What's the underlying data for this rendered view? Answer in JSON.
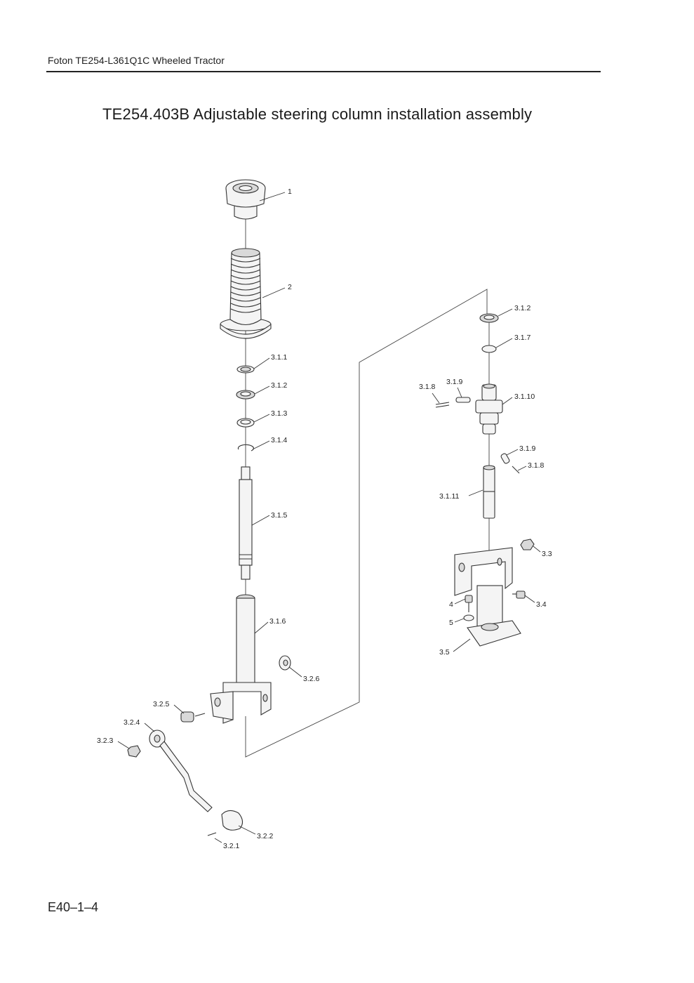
{
  "header": {
    "text": "Foton TE254-L361Q1C Wheeled Tractor"
  },
  "title": "TE254.403B  Adjustable steering column installation assembly",
  "footer": {
    "page_number": "E40–1–4"
  },
  "callouts": {
    "c1": "1",
    "c2": "2",
    "c311": "3.1.1",
    "c312a": "3.1.2",
    "c313": "3.1.3",
    "c314": "3.1.4",
    "c315": "3.1.5",
    "c316": "3.1.6",
    "c326": "3.2.6",
    "c325": "3.2.5",
    "c324": "3.2.4",
    "c323": "3.2.3",
    "c322": "3.2.2",
    "c321": "3.2.1",
    "c312b": "3.1.2",
    "c317": "3.1.7",
    "c318a": "3.1.8",
    "c319a": "3.1.9",
    "c3110": "3.1.10",
    "c319b": "3.1.9",
    "c318b": "3.1.8",
    "c3111": "3.1.11",
    "c33": "3.3",
    "c34": "3.4",
    "c4": "4",
    "c5": "5",
    "c35": "3.5"
  }
}
